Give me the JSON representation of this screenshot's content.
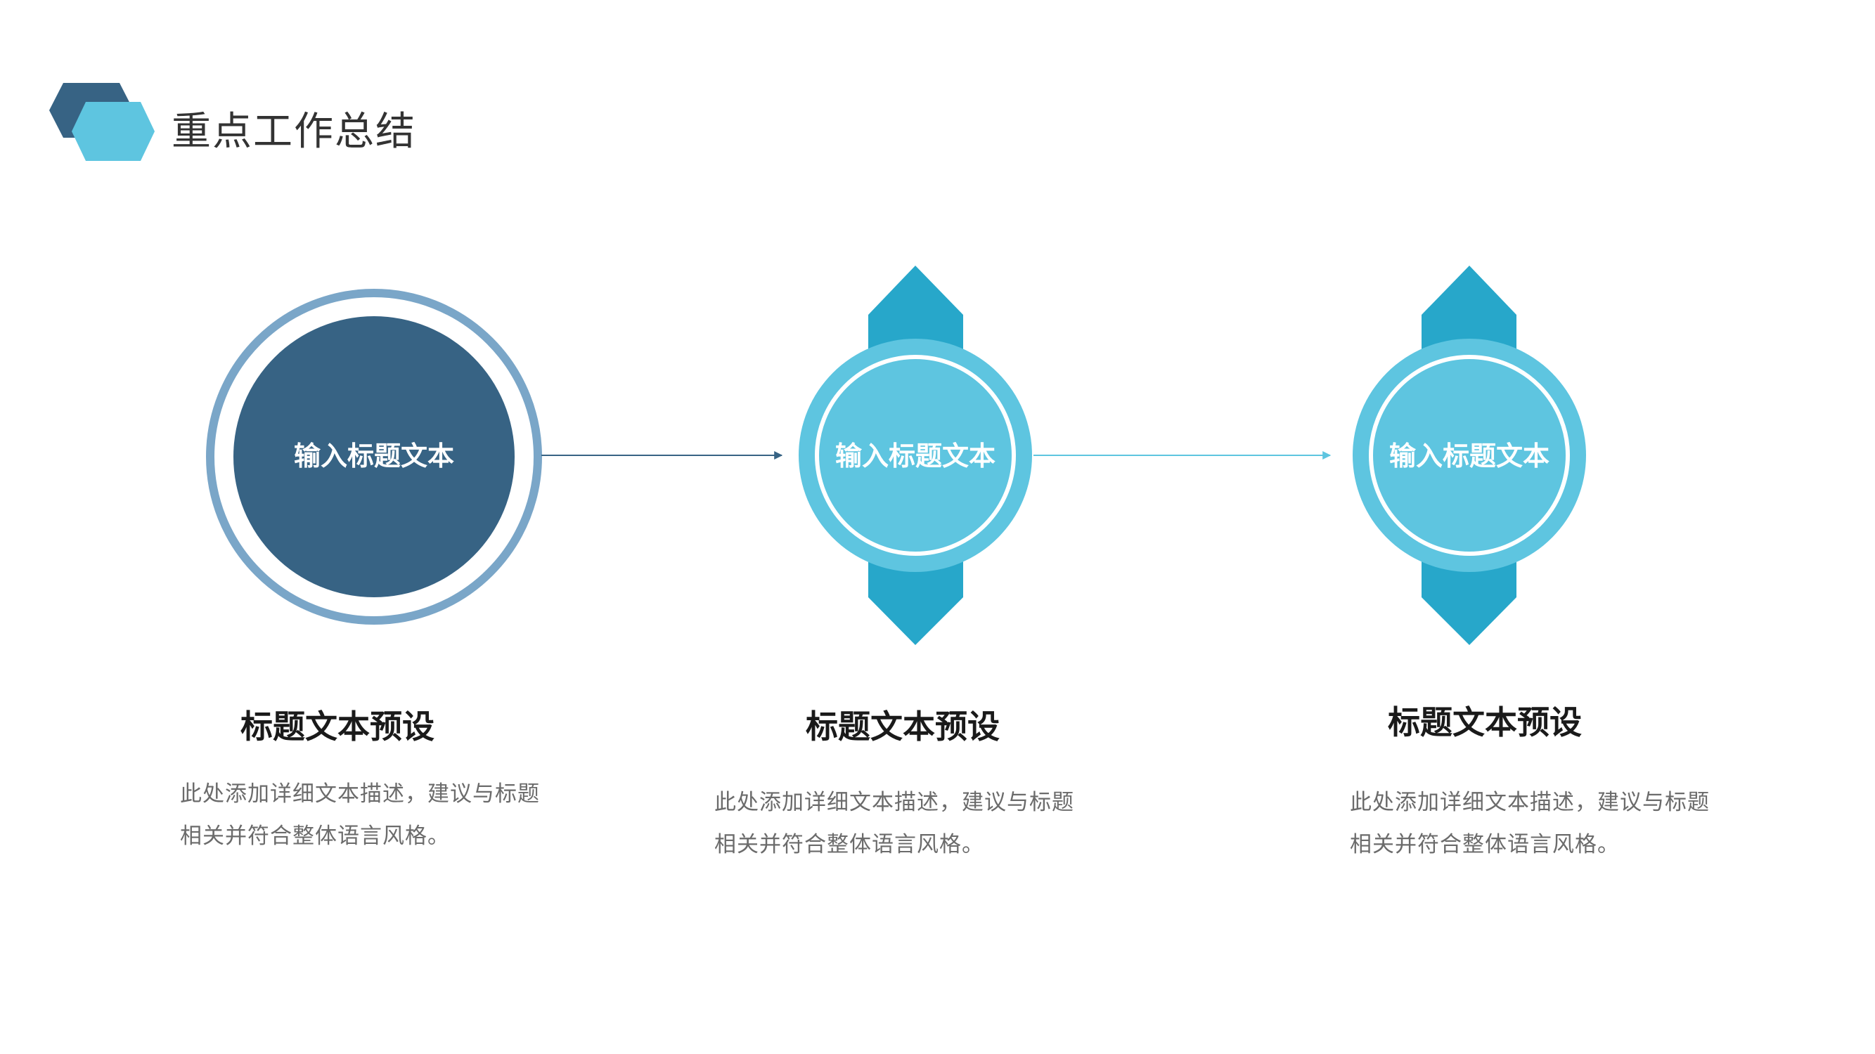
{
  "header": {
    "title": "重点工作总结"
  },
  "colors": {
    "navy": "#376384",
    "ring_light": "#7aa6c8",
    "sky": "#5ec5e0",
    "teal": "#27a7ca",
    "white": "#ffffff"
  },
  "steps": [
    {
      "node_label": "输入标题文本",
      "title": "标题文本预设",
      "desc_line1": "此处添加详细文本描述，建议与标题",
      "desc_line2": "相关并符合整体语言风格。"
    },
    {
      "node_label": "输入标题文本",
      "title": "标题文本预设",
      "desc_line1": "此处添加详细文本描述，建议与标题",
      "desc_line2": "相关并符合整体语言风格。"
    },
    {
      "node_label": "输入标题文本",
      "title": "标题文本预设",
      "desc_line1": "此处添加详细文本描述，建议与标题",
      "desc_line2": "相关并符合整体语言风格。"
    }
  ]
}
